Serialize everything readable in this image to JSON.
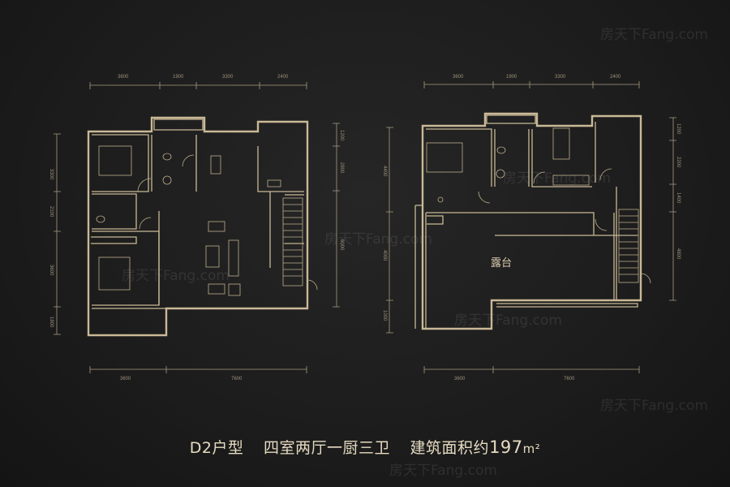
{
  "title": {
    "unit_type": "D2户型",
    "layout": "四室两厅一厨三卫",
    "area_prefix": "建筑面积约",
    "area_value": "197",
    "area_unit": "m²"
  },
  "watermark": "房天下Fang.com",
  "colors": {
    "wall": "#c9b996",
    "background": "#1c1c1c",
    "title": "#e6dbc2"
  },
  "plan_lower": {
    "top_dims": [
      "3600",
      "1900",
      "3300",
      "2400"
    ],
    "bottom_dims": [
      "3600",
      "7600"
    ],
    "left_dims": [
      "3300",
      "2100",
      "3600",
      "1800"
    ],
    "right_dims": [
      "1200",
      "2800",
      "6000"
    ]
  },
  "plan_upper": {
    "top_dims": [
      "3600",
      "1900",
      "3300",
      "2400"
    ],
    "bottom_dims": [
      "3600",
      "7600"
    ],
    "left_dims": [
      "4400",
      "4000",
      "1000"
    ],
    "right_dims": [
      "1200",
      "2200",
      "1400",
      "4800"
    ],
    "terrace_label": "露台"
  }
}
